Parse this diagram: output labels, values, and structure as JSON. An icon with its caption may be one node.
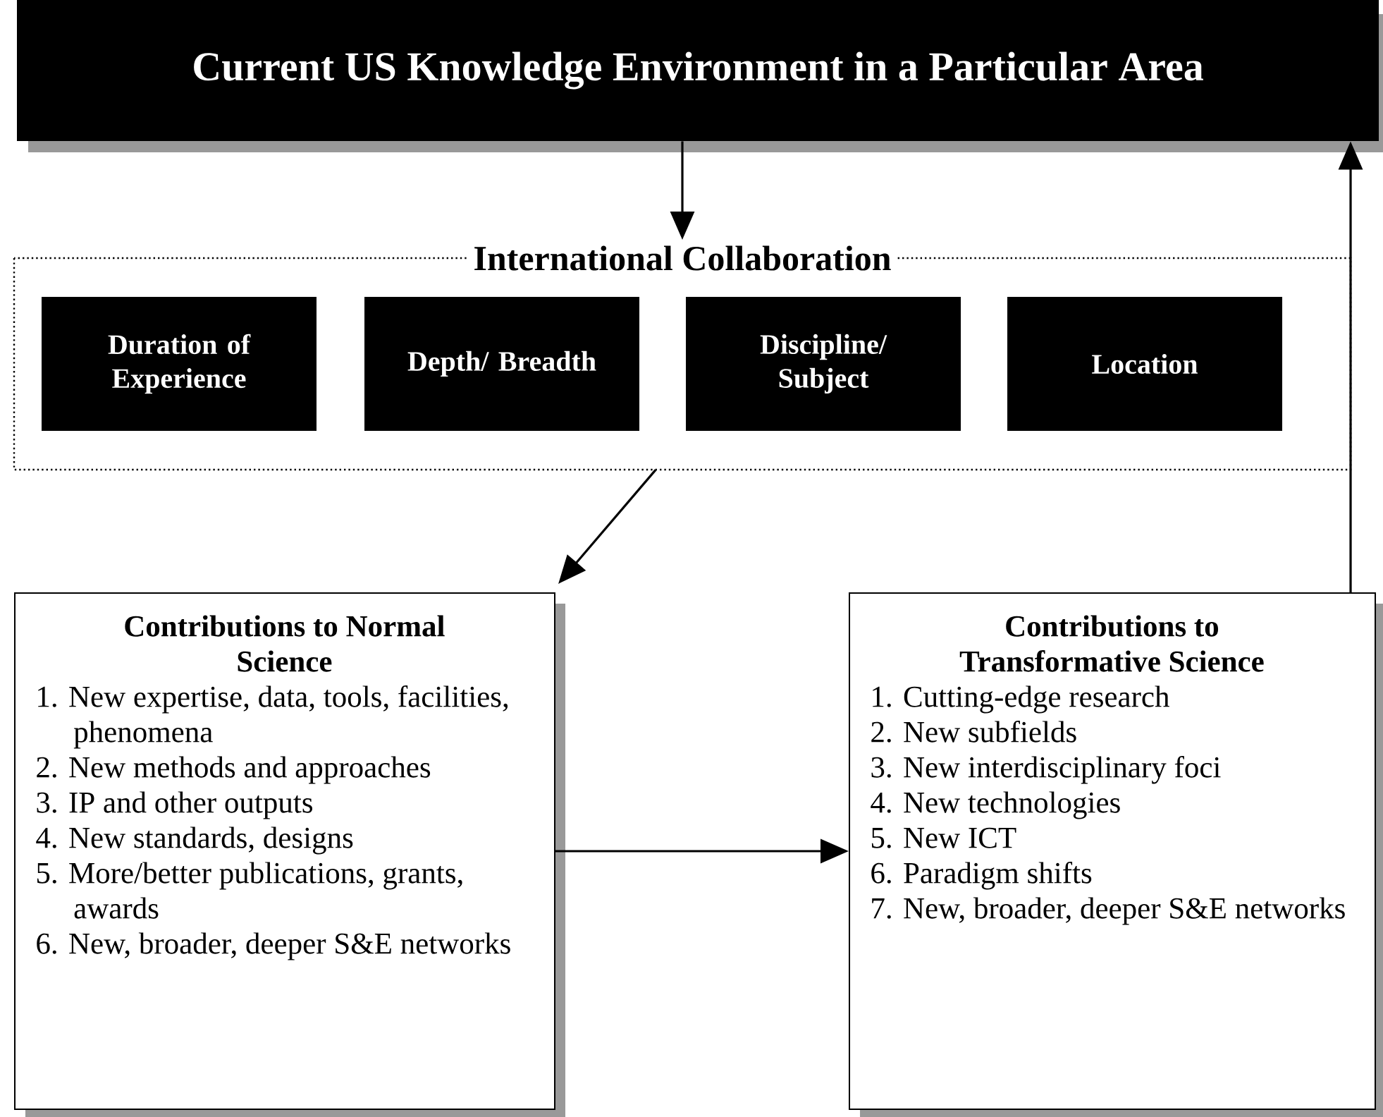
{
  "diagram": {
    "nodes": [
      {
        "text": [
          "Current US Knowledge Environment in a Particular Area"
        ]
      },
      {
        "text": [
          "International Collaboration"
        ]
      },
      {
        "text": [
          "Duration of Experience"
        ],
        "in": 1
      },
      {
        "text": [
          "Depth/ Breadth"
        ],
        "in": 1
      },
      {
        "text": [
          "Discipline/ Subject"
        ],
        "in": 1
      },
      {
        "text": [
          "Location"
        ],
        "in": 1
      },
      {
        "text": [
          "Contributions to Normal Science",
          "1. New expertise, data, tools, facilities, phenomena",
          "2. New methods and approaches",
          "3. IP and other outputs",
          "4. New standards, designs",
          "5. More/better publications, grants, awards",
          "6. New, broader, deeper S&E networks"
        ]
      },
      {
        "text": [
          "Contributions to Transformative Science",
          "1. Cutting-edge research",
          "2. New subfields",
          "3. New interdisciplinary foci",
          "4. New technologies",
          "5. New ICT",
          "6. Paradigm shifts",
          "7. New, broader, deeper S&E networks"
        ]
      }
    ],
    "edges": [
      {
        "from": 0,
        "to": 1,
        "arrow": "to"
      },
      {
        "from": 1,
        "to": 6,
        "arrow": "to"
      },
      {
        "from": 6,
        "to": 7,
        "arrow": "to"
      },
      {
        "from": 7,
        "to": 0,
        "arrow": "to"
      }
    ]
  }
}
